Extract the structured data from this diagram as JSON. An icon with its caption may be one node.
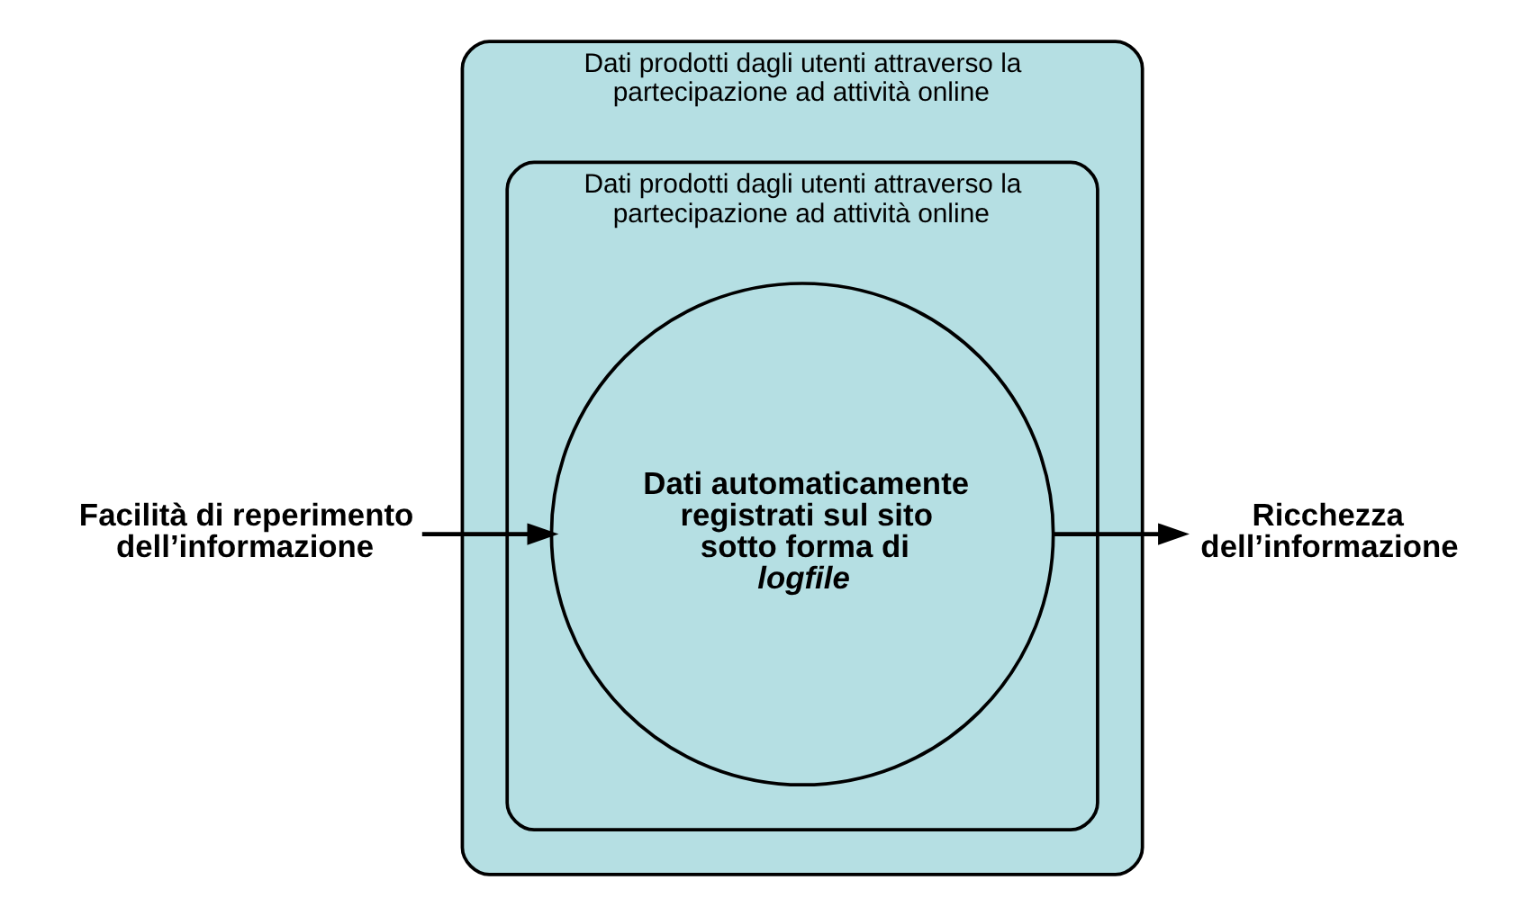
{
  "diagram": {
    "nodes": [
      {
        "text": [
          "Dati prodotti dagli utenti attraverso la partecipazione ad attività online"
        ]
      },
      {
        "text": [
          "Dati prodotti dagli utenti attraverso la partecipazione ad attività online"
        ],
        "in": 0
      },
      {
        "text": [
          "Dati automaticamente registrati sul sito sotto forma di *logfile*"
        ],
        "in": 1
      },
      {
        "text": [
          "Ricchezza dell’informazione"
        ]
      },
      {
        "text": [
          "Facilità di reperimento dell’informazione"
        ]
      }
    ],
    "edges": [
      {
        "from": 2,
        "to": 3,
        "arrow": "to"
      },
      {
        "from": 4,
        "to": 2,
        "arrow": "to"
      }
    ]
  }
}
